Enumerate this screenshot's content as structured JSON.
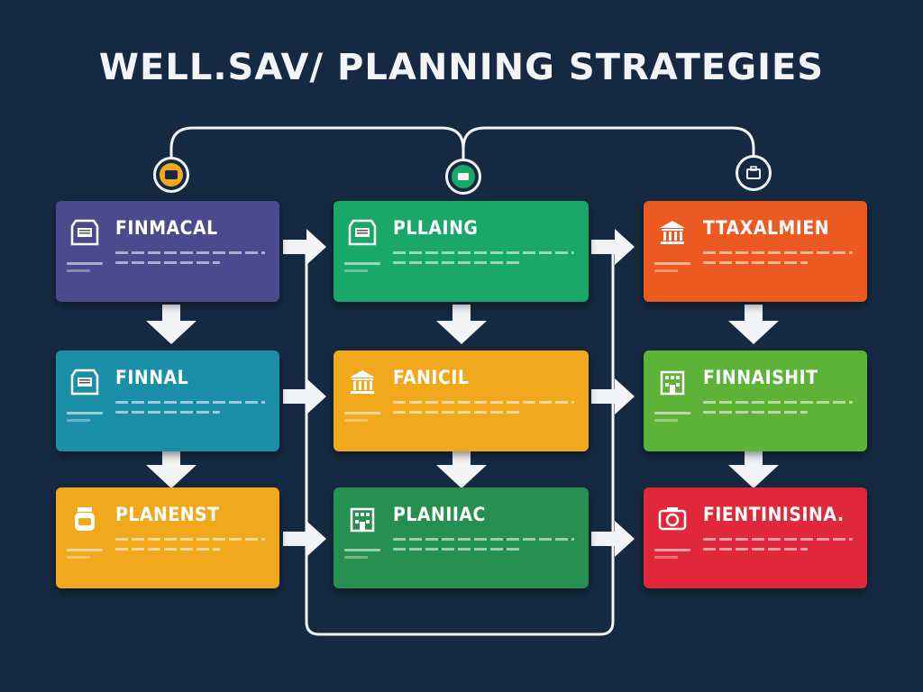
{
  "title": "WELL.SAV/ PLANNING STRATEGIES",
  "columns": [
    {
      "cards": [
        {
          "label": "FINMACAL",
          "color": "#4a4b8e",
          "icon": "document-icon"
        },
        {
          "label": "FINNAL",
          "color": "#1b8fa8",
          "icon": "document-icon"
        },
        {
          "label": "PLANENST",
          "color": "#f2a81d",
          "icon": "jar-icon"
        }
      ]
    },
    {
      "cards": [
        {
          "label": "PLLAING",
          "color": "#19a868",
          "icon": "document-icon"
        },
        {
          "label": "FANICIL",
          "color": "#f2a81d",
          "icon": "bank-icon"
        },
        {
          "label": "PLANIIAC",
          "color": "#25904f",
          "icon": "building-icon"
        }
      ]
    },
    {
      "cards": [
        {
          "label": "TTAXALMIEN",
          "color": "#ec5a22",
          "icon": "bank-icon"
        },
        {
          "label": "FINNAISHIT",
          "color": "#5cb338",
          "icon": "building-icon"
        },
        {
          "label": "FIENTINISINA.",
          "color": "#e0283a",
          "icon": "camera-icon"
        }
      ]
    }
  ],
  "top_circles": [
    {
      "icon": "wallet-icon",
      "fill": "#f2a81d"
    },
    {
      "icon": "card-icon",
      "fill": "#19a868"
    },
    {
      "icon": "briefcase-icon",
      "fill": "#152a42"
    }
  ]
}
